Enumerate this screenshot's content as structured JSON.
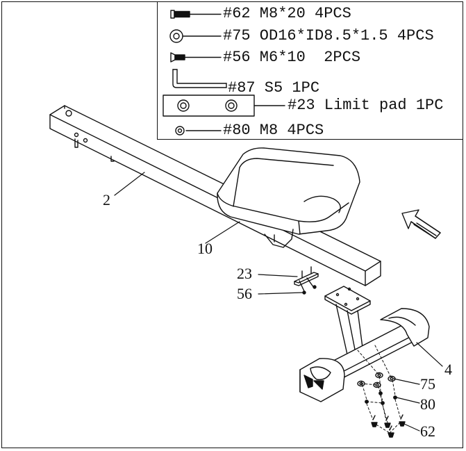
{
  "legend": {
    "rows": [
      {
        "label": "#62 M8*20 4PCS"
      },
      {
        "label": "#75 OD16*ID8.5*1.5 4PCS"
      },
      {
        "label": "#56 M6*10  2PCS"
      },
      {
        "label": "#87 S5 1PC"
      },
      {
        "label": "#23 Limit pad 1PC"
      },
      {
        "label": "#80 M8 4PCS"
      }
    ]
  },
  "callouts": {
    "rail": "2",
    "seat": "10",
    "limit_pad": "23",
    "screw_m6": "56",
    "rear_stabilizer": "4",
    "washer": "75",
    "spring_washer": "80",
    "bolt_m8": "62"
  },
  "colors": {
    "ink": "#111111",
    "paper": "#ffffff"
  },
  "icons": [
    "bolt-icon",
    "washer-icon",
    "screw-icon",
    "allen-key-icon",
    "limit-pad-icon",
    "spring-washer-icon",
    "direction-arrow-icon"
  ]
}
